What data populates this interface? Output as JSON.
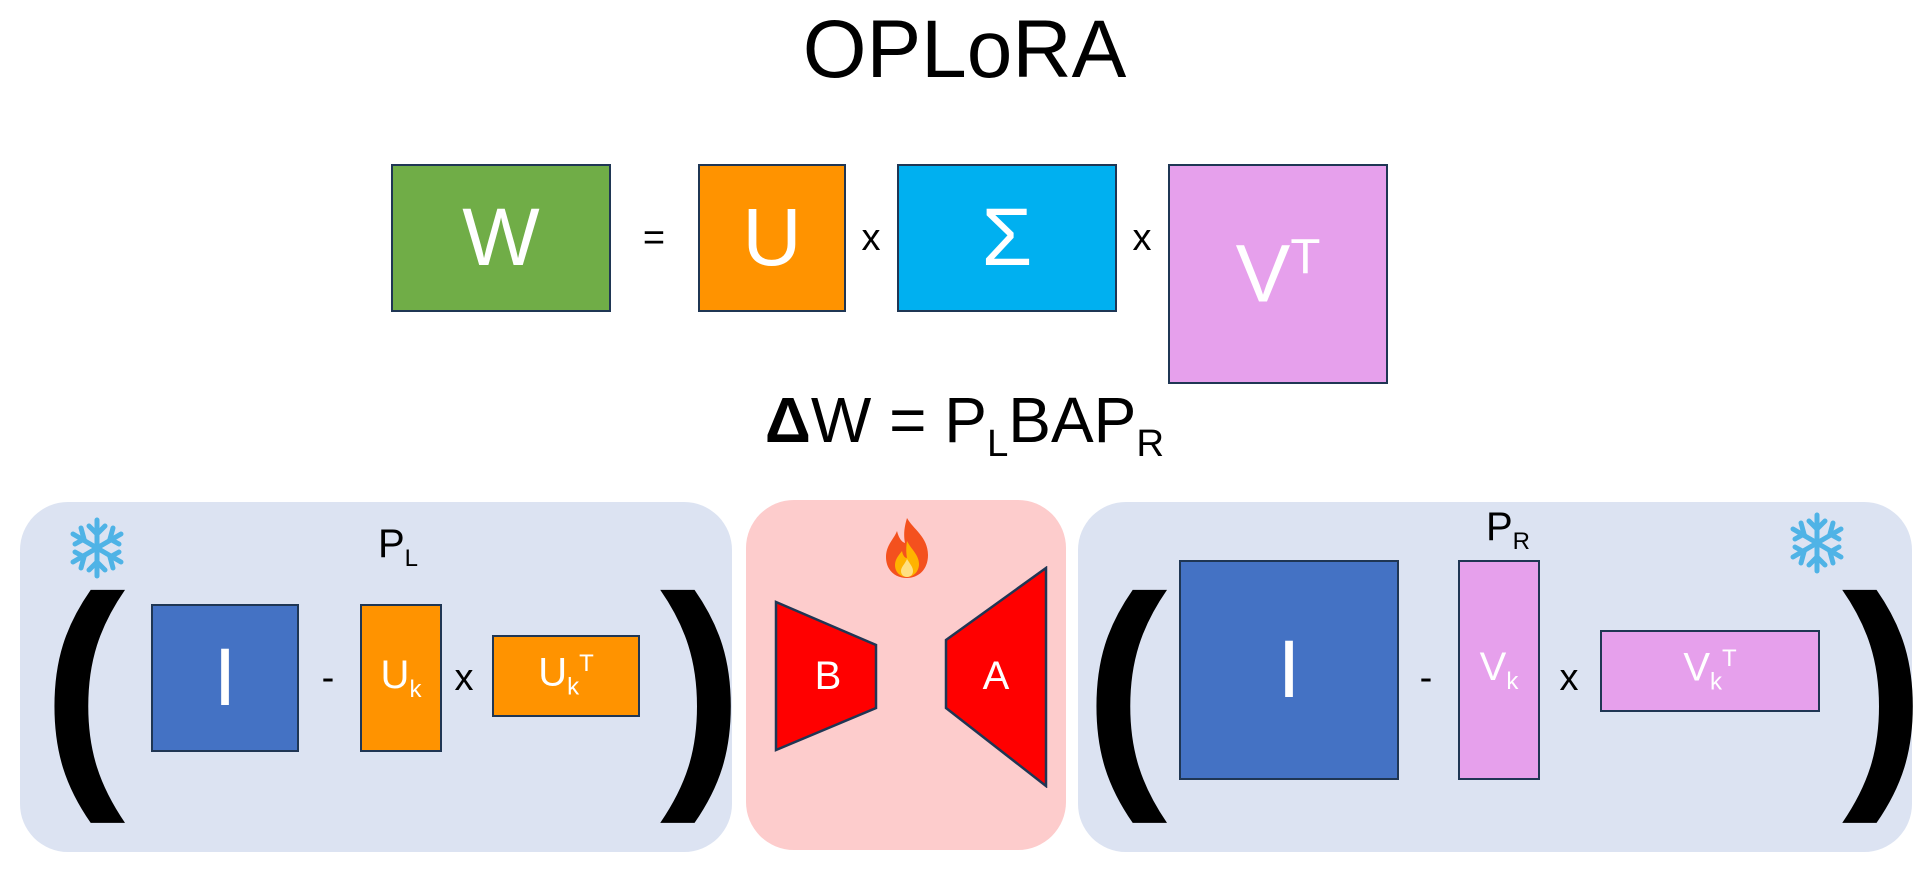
{
  "title": "OPLoRA",
  "decomposition": {
    "w": "W",
    "equals": "=",
    "u": "U",
    "times1": "x",
    "sigma": "Σ",
    "times2": "x",
    "v_base": "V",
    "v_sup": "T"
  },
  "delta_equation": {
    "delta": "Δ",
    "lhs": "W = P",
    "sub_l": "L",
    "mid": "BAP",
    "sub_r": "R"
  },
  "left_panel": {
    "state_icon": "snowflake-icon",
    "label_base": "P",
    "label_sub": "L",
    "identity": "I",
    "minus": "-",
    "uk_base": "U",
    "uk_sub": "k",
    "times": "x",
    "ukt_base": "U",
    "ukt_sub": "k",
    "ukt_sup": "T"
  },
  "center_panel": {
    "state_icon": "fire-icon",
    "b": "B",
    "a": "A"
  },
  "right_panel": {
    "state_icon": "snowflake-icon",
    "label_base": "P",
    "label_sub": "R",
    "identity": "I",
    "minus": "-",
    "vk_base": "V",
    "vk_sub": "k",
    "times": "x",
    "vkt_base": "V",
    "vkt_sub": "k",
    "vkt_sup": "T"
  },
  "colors": {
    "w": "#70ad47",
    "u": "#ff9300",
    "sigma": "#00b0f0",
    "v": "#e6a0ec",
    "identity": "#4472c4",
    "lora": "#ff0000",
    "frozen_panel": "#dce3f2",
    "trainable_panel": "#fdcccc",
    "border": "#1f3654"
  }
}
